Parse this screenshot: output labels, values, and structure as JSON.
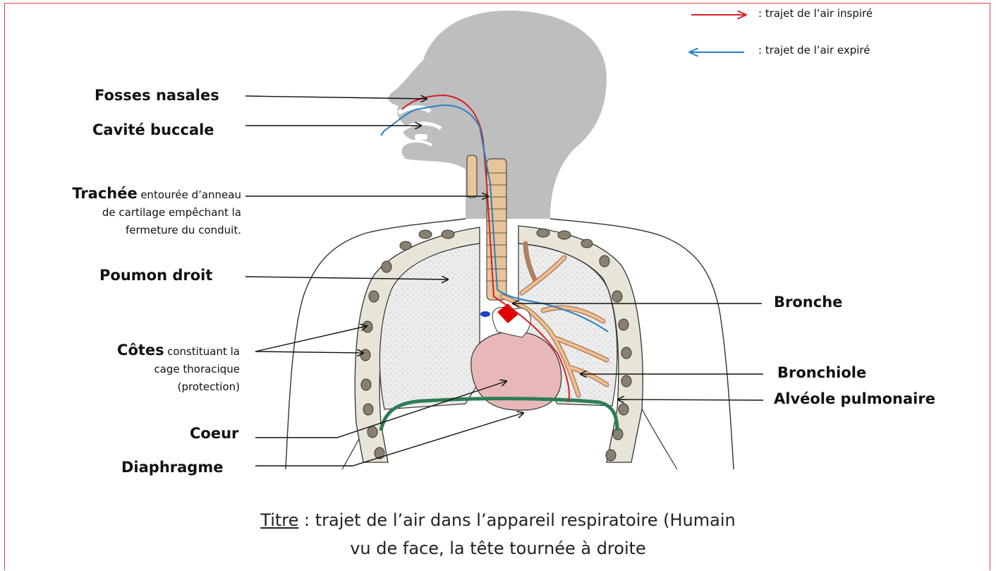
{
  "legend": {
    "inspired": ": trajet de l’air inspiré",
    "expired": ": trajet de l’air expiré",
    "inspired_color": "#d42027",
    "expired_color": "#2a7fc1"
  },
  "labels": {
    "fosses_nasales": "Fosses nasales",
    "cavite_buccale": "Cavité buccale",
    "trachee_bold": "Trachée",
    "trachee_rest": "entourée d’anneau",
    "trachee_line2": "de cartilage empêchant la",
    "trachee_line3": "fermeture du conduit.",
    "poumon_droit": "Poumon droit",
    "cotes_bold": "Côtes",
    "cotes_rest": "constituant la",
    "cotes_line2": "cage thoracique",
    "cotes_line3": "(protection)",
    "coeur": "Coeur",
    "diaphragme": "Diaphragme",
    "bronche": "Bronche",
    "bronchiole": "Bronchiole",
    "alveole": "Alvéole pulmonaire"
  },
  "caption": {
    "title_word": "Titre",
    "line1_rest": " : trajet de l’air dans l’appareil respiratoire (Humain",
    "line2": "vu de face, la tête tournée à droite"
  }
}
